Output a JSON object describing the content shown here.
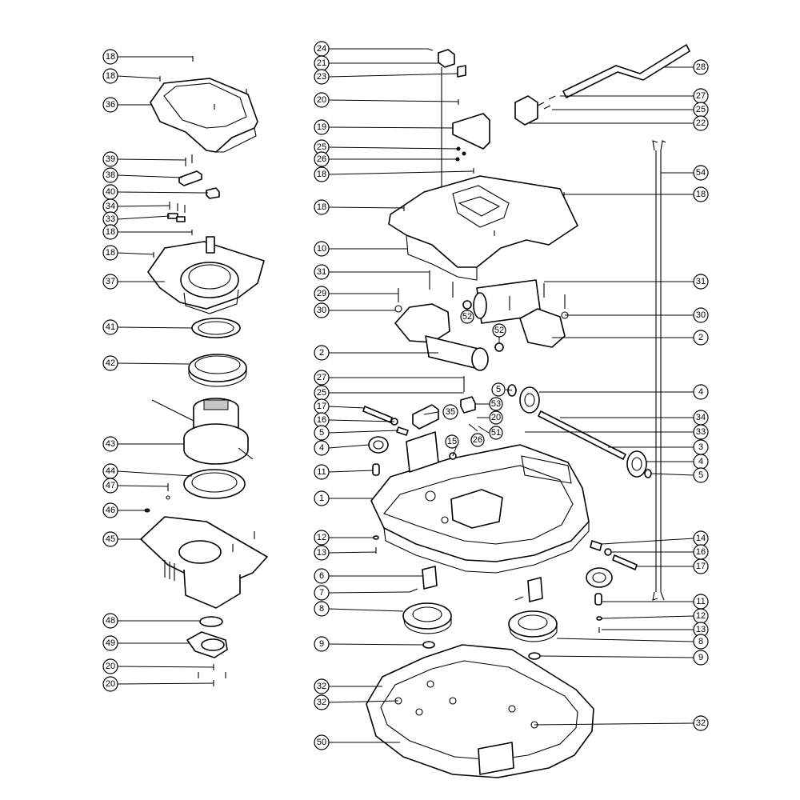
{
  "callouts": {
    "l1": "18",
    "l2": "18",
    "l3": "36",
    "l4": "39",
    "l5": "38",
    "l6": "40",
    "l7": "34",
    "l8": "33",
    "l9": "18",
    "l10": "18",
    "l11": "37",
    "l12": "41",
    "l13": "42",
    "l14": "43",
    "l15": "44",
    "l16": "47",
    "l17": "46",
    "l18": "45",
    "l19": "48",
    "l20": "49",
    "l21": "20",
    "l22": "20",
    "c1": "24",
    "c2": "21",
    "c3": "23",
    "c4": "20",
    "c5": "19",
    "c6": "25",
    "c7": "26",
    "c8": "18",
    "c9": "18",
    "c10": "10",
    "c11": "31",
    "c12": "29",
    "c13": "30",
    "c14": "52",
    "c15": "52",
    "c16": "2",
    "c17": "27",
    "c18": "25",
    "c19": "17",
    "c20": "16",
    "c21": "5",
    "c22": "4",
    "c23": "11",
    "c24": "1",
    "c25": "35",
    "c26": "53",
    "c27": "20",
    "c28": "15",
    "c29": "26",
    "c30": "51",
    "c31": "12",
    "c32": "13",
    "c33": "6",
    "c34": "7",
    "c35": "8",
    "c36": "9",
    "c37": "32",
    "c38": "32",
    "c39": "50",
    "c40": "5",
    "r1": "28",
    "r2": "27",
    "r3": "25",
    "r4": "22",
    "r5": "54",
    "r6": "18",
    "r7": "31",
    "r8": "30",
    "r9": "2",
    "r10": "4",
    "r11": "34",
    "r12": "33",
    "r13": "3",
    "r14": "4",
    "r15": "5",
    "r16": "14",
    "r17": "16",
    "r18": "17",
    "r19": "11",
    "r20": "12",
    "r21": "13",
    "r22": "8",
    "r23": "9",
    "r24": "32"
  }
}
